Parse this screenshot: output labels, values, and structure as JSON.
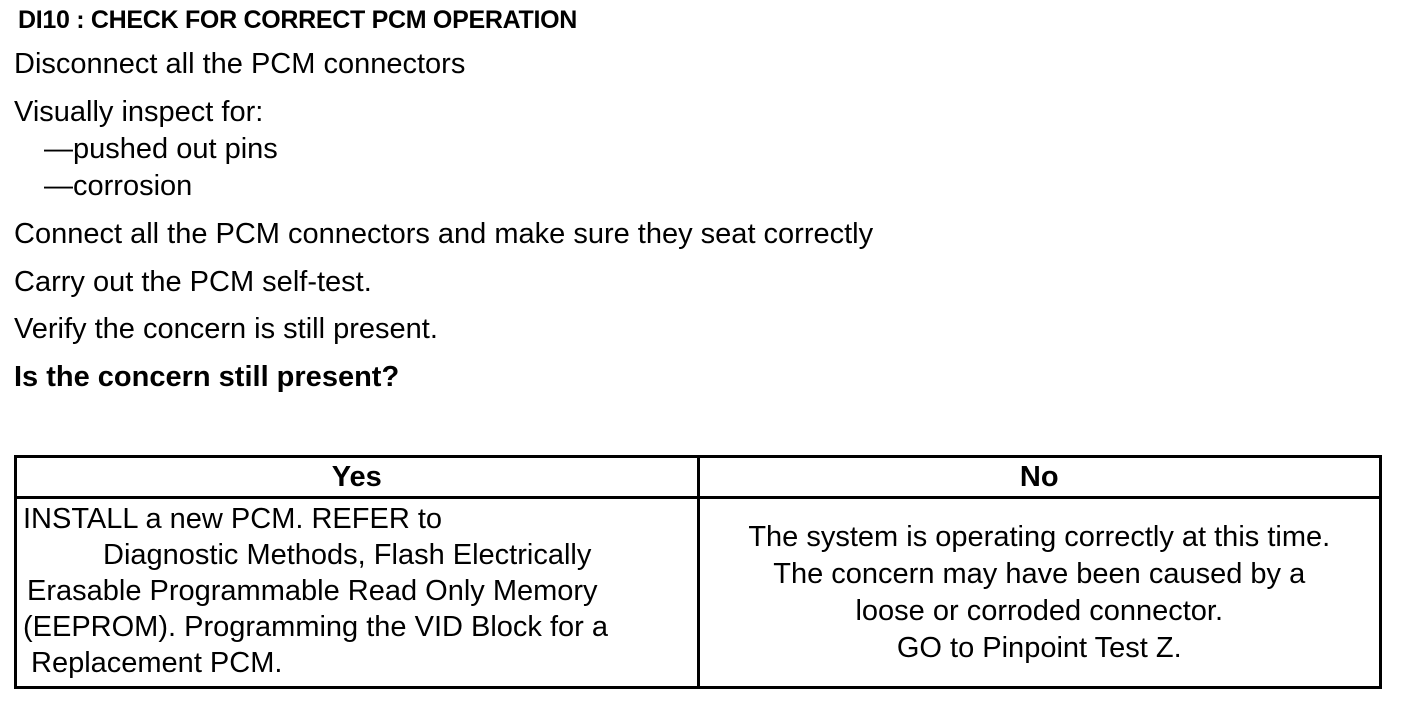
{
  "title": "DI10 : CHECK FOR CORRECT PCM OPERATION",
  "steps": [
    "Disconnect all the PCM connectors",
    "Visually inspect for:",
    "—pushed out pins",
    "—corrosion",
    "Connect all the PCM connectors and make sure they seat correctly",
    "Carry out the PCM self-test.",
    "Verify the concern is still present."
  ],
  "question": "Is the concern still present?",
  "table": {
    "headers": [
      "Yes",
      "No"
    ],
    "yes_lines": [
      "INSTALL a new PCM.  REFER to",
      "Diagnostic Methods, Flash Electrically",
      "Erasable Programmable Read Only Memory",
      "(EEPROM). Programming the VID Block for a",
      "Replacement PCM."
    ],
    "no_lines": [
      "The system is operating correctly at this time.",
      "The concern may have been caused by a",
      "loose or corroded connector.",
      "GO to Pinpoint Test Z."
    ]
  }
}
